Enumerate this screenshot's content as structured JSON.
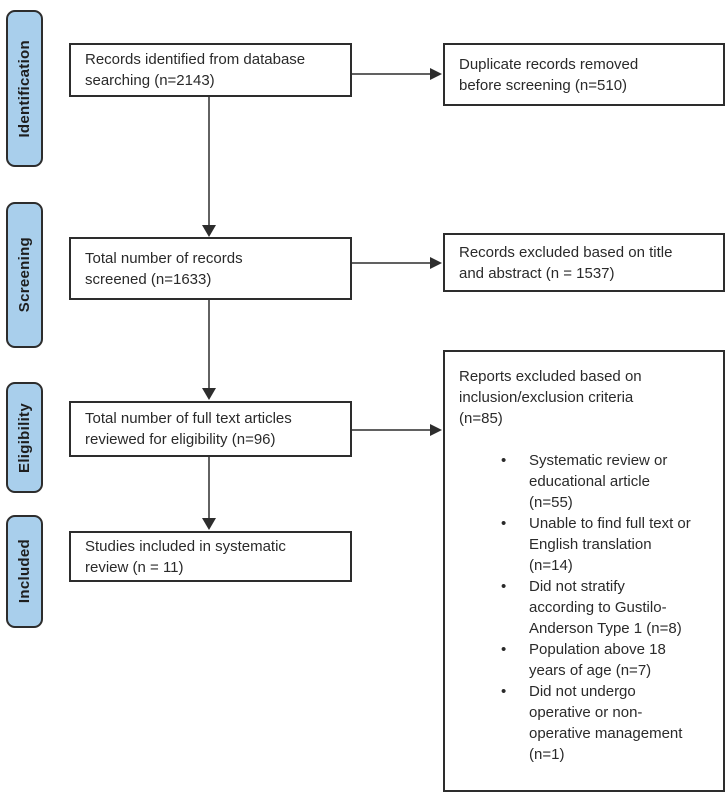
{
  "diagram": {
    "stages": [
      {
        "label": "Identification"
      },
      {
        "label": "Screening"
      },
      {
        "label": "Eligibility"
      },
      {
        "label": "Included"
      }
    ],
    "flow_boxes": [
      {
        "text": "Records identified from database\nsearching (n=2143)"
      },
      {
        "text": "Total number of records\nscreened (n=1633)"
      },
      {
        "text": "Total number of full text articles\nreviewed for eligibility (n=96)"
      },
      {
        "text": "Studies included in systematic\nreview (n = 11)"
      }
    ],
    "side_boxes": [
      {
        "text": "Duplicate records removed\nbefore screening (n=510)"
      },
      {
        "text": "Records excluded based on title\nand abstract (n = 1537)"
      },
      {
        "heading": "Reports excluded based on\ninclusion/exclusion criteria\n(n=85)",
        "items": [
          "Systematic review or\neducational article\n(n=55)",
          "Unable to find full text or\nEnglish translation\n(n=14)",
          "Did not stratify\naccording to Gustilo-\nAnderson Type 1 (n=8)",
          "Population above 18\nyears of age (n=7)",
          "Did not undergo\noperative or non-\noperative management\n(n=1)"
        ]
      }
    ],
    "counts": {
      "identified": 2143,
      "duplicates_removed": 510,
      "screened": 1633,
      "excluded_title_abstract": 1537,
      "full_text_reviewed": 96,
      "reports_excluded": 85,
      "included": 11
    },
    "colors": {
      "stage_fill": "#a9cfec",
      "stage_border": "#2d2d2d",
      "box_border": "#2d2d2d",
      "text_color": "#2a2a2a",
      "bg": "#ffffff"
    }
  }
}
